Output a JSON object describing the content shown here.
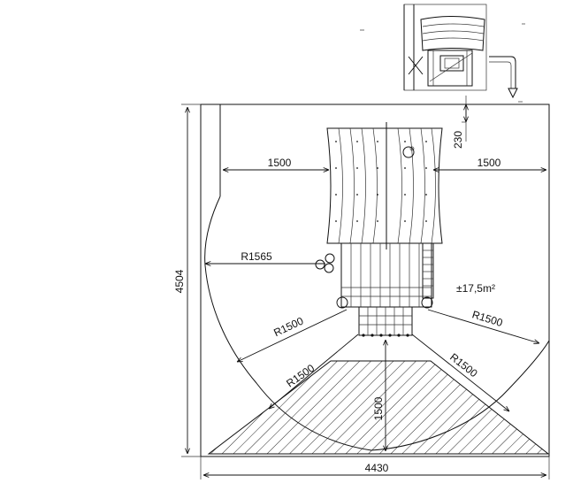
{
  "drawing": {
    "dims": {
      "left_offset": "1500",
      "right_offset": "1500",
      "top_gap": "230",
      "overall_height": "4504",
      "overall_width": "4430",
      "front_depth": "1500"
    },
    "radii": {
      "rear": "R1565",
      "front_left_outer": "R1500",
      "front_left_inner": "R1500",
      "front_right_outer": "R1500",
      "front_right_inner": "R1500"
    },
    "area": "±17,5m²"
  }
}
